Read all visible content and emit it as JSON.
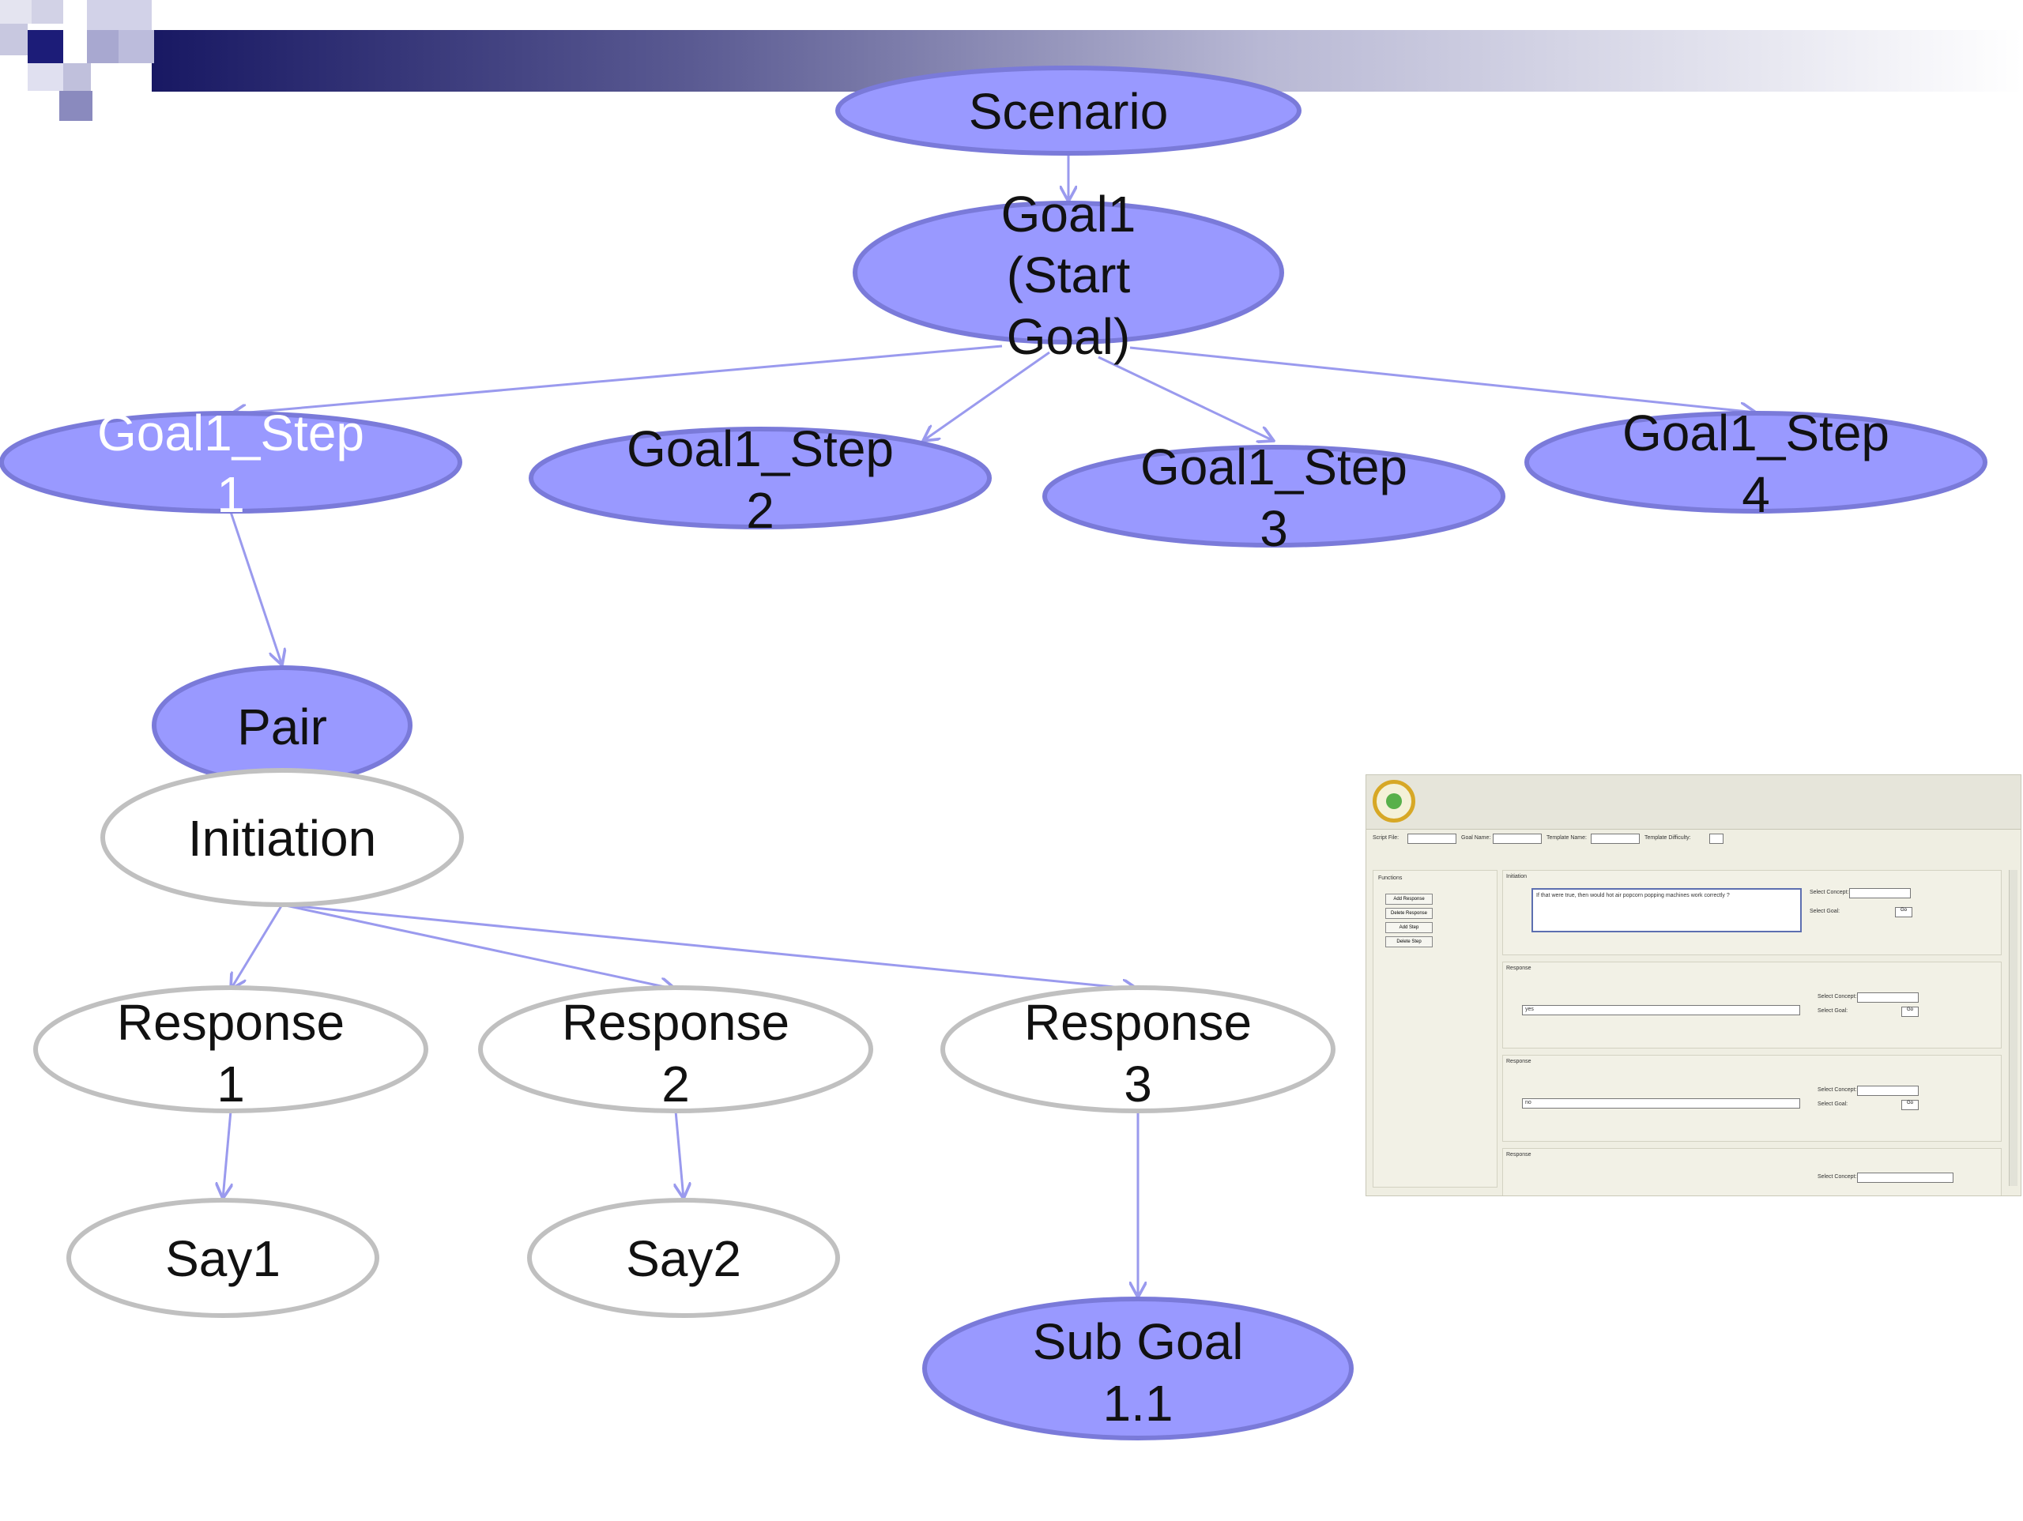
{
  "colors": {
    "filled": "#9999ff",
    "filled_stroke": "#7a7ad9",
    "outline_stroke": "#c0c0c0",
    "edge": "#9a9aee",
    "header_dark": "#141460"
  },
  "diagram": {
    "nodes": {
      "scenario": {
        "line1": "Scenario"
      },
      "goal1": {
        "line1": "Goal1",
        "line2": "(Start",
        "line3": "Goal)"
      },
      "step1": {
        "line1": "Goal1_Step",
        "line2": "1"
      },
      "step2": {
        "line1": "Goal1_Step",
        "line2": "2"
      },
      "step3": {
        "line1": "Goal1_Step",
        "line2": "3"
      },
      "step4": {
        "line1": "Goal1_Step",
        "line2": "4"
      },
      "pair": {
        "line1": "Pair"
      },
      "initiation": {
        "line1": "Initiation"
      },
      "response1": {
        "line1": "Response",
        "line2": "1"
      },
      "response2": {
        "line1": "Response",
        "line2": "2"
      },
      "response3": {
        "line1": "Response",
        "line2": "3"
      },
      "say1": {
        "line1": "Say1"
      },
      "say2": {
        "line1": "Say2"
      },
      "subgoal": {
        "line1": "Sub Goal",
        "line2": "1.1"
      }
    },
    "edges": [
      [
        "scenario",
        "goal1"
      ],
      [
        "goal1",
        "step1"
      ],
      [
        "goal1",
        "step2"
      ],
      [
        "goal1",
        "step3"
      ],
      [
        "goal1",
        "step4"
      ],
      [
        "step1",
        "pair"
      ],
      [
        "initiation",
        "response1"
      ],
      [
        "initiation",
        "response2"
      ],
      [
        "initiation",
        "response3"
      ],
      [
        "response1",
        "say1"
      ],
      [
        "response2",
        "say2"
      ],
      [
        "response3",
        "subgoal"
      ]
    ]
  },
  "screenshot": {
    "script_file_label": "Script File:",
    "goal_name_label": "Goal Name:",
    "template_name_label": "Template Name:",
    "template_difficulty_label": "Template Difficulty:",
    "functions_label": "Functions",
    "buttons": [
      "Add Response",
      "Delete Response",
      "Add Step",
      "Delete Step"
    ],
    "initiation_label": "Initiation",
    "initiation_text": "If that were true, then would hot air popcorn popping machines work correctly ?",
    "response_label": "Response",
    "select_concept": "Select Concept:",
    "select_goal": "Select Goal:",
    "go": "Go",
    "yes": "yes",
    "no": "no"
  }
}
